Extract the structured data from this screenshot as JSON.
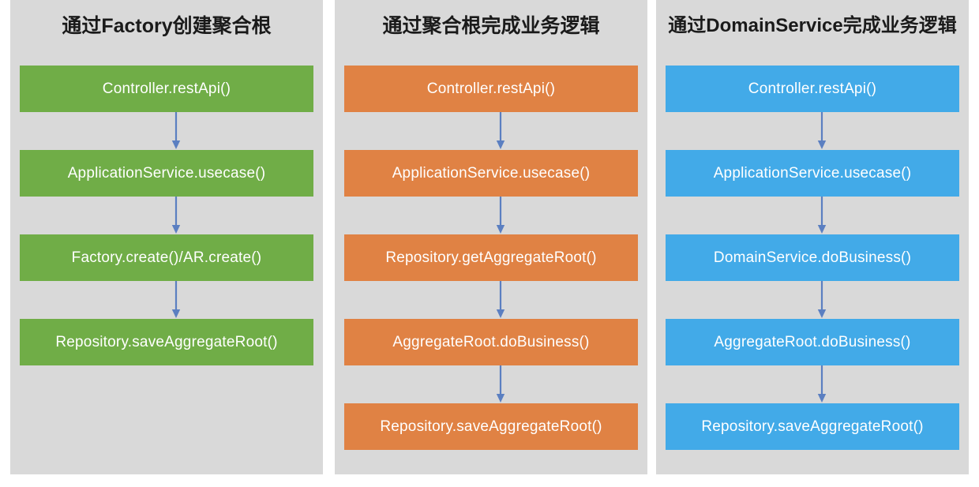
{
  "diagram": {
    "background_color": "#ffffff",
    "panel_color": "#d9d9d9",
    "arrow_color": "#5b7fc1",
    "columns": [
      {
        "title": "通过Factory创建聚合根",
        "accent_color": "#70ad47",
        "color_name": "green",
        "nodes": [
          {
            "label": "Controller.restApi()"
          },
          {
            "label": "ApplicationService.usecase()"
          },
          {
            "label": "Factory.create()/AR.create()"
          },
          {
            "label": "Repository.saveAggregateRoot()"
          }
        ]
      },
      {
        "title": "通过聚合根完成业务逻辑",
        "accent_color": "#e08244",
        "color_name": "orange",
        "nodes": [
          {
            "label": "Controller.restApi()"
          },
          {
            "label": "ApplicationService.usecase()"
          },
          {
            "label": "Repository.getAggregateRoot()"
          },
          {
            "label": "AggregateRoot.doBusiness()"
          },
          {
            "label": "Repository.saveAggregateRoot()"
          }
        ]
      },
      {
        "title": "通过DomainService完成业务逻辑",
        "accent_color": "#42aae8",
        "color_name": "blue",
        "nodes": [
          {
            "label": "Controller.restApi()"
          },
          {
            "label": "ApplicationService.usecase()"
          },
          {
            "label": "DomainService.doBusiness()"
          },
          {
            "label": "AggregateRoot.doBusiness()"
          },
          {
            "label": "Repository.saveAggregateRoot()"
          }
        ]
      }
    ]
  }
}
